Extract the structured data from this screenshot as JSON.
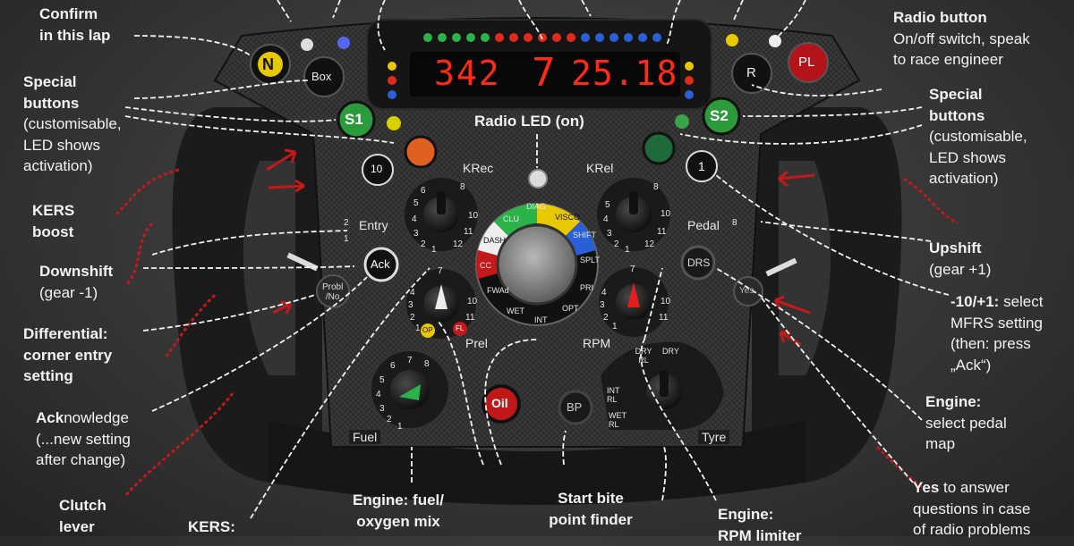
{
  "labels": {
    "confirm": {
      "line1": "Confirm",
      "line2": "in this lap"
    },
    "special_left": {
      "title1": "Special",
      "title2": "buttons",
      "desc1": "(customisable,",
      "desc2": "LED shows",
      "desc3": "activation)"
    },
    "kers_boost": {
      "line1": "KERS",
      "line2": "boost"
    },
    "downshift": {
      "title": "Downshift",
      "desc": "(gear -1)"
    },
    "differential": {
      "line1": "Differential:",
      "line2": "corner entry",
      "line3": "setting"
    },
    "acknowledge": {
      "em": "Ack",
      "rest": "nowledge",
      "desc1": "(...new setting",
      "desc2": "after change)"
    },
    "clutch": {
      "line1": "Clutch",
      "line2": "lever"
    },
    "kers_bottom": {
      "line1": "KERS:"
    },
    "engine_fuel": {
      "line1": "Engine: fuel/",
      "line2": "oxygen mix"
    },
    "start_bite": {
      "line1": "Start bite",
      "line2": "point finder"
    },
    "engine_rpm": {
      "line1": "Engine:",
      "line2": "RPM limiter"
    },
    "radio_led": {
      "text": "Radio LED (on)"
    },
    "radio_button": {
      "title": "Radio button",
      "desc1": "On/off switch, speak",
      "desc2": "to race engineer"
    },
    "special_right": {
      "title1": "Special",
      "title2": "buttons",
      "desc1": "(customisable,",
      "desc2": "LED shows",
      "desc3": "activation)"
    },
    "upshift": {
      "title": "Upshift",
      "desc": "(gear +1)"
    },
    "mfrs": {
      "em": "-10/+1:",
      "rest": " select",
      "desc1": "MFRS setting",
      "desc2": "(then: press",
      "desc3": "„Ack“)"
    },
    "engine_pedal": {
      "title": "Engine:",
      "desc1": "select pedal",
      "desc2": "map"
    },
    "yes": {
      "em": "Yes",
      "rest": " to answer",
      "desc1": "questions in case",
      "desc2": "of radio problems"
    }
  },
  "wheel": {
    "display": {
      "left": "342",
      "gear": "7",
      "right": "25.18"
    },
    "buttons": {
      "n": "N",
      "box": "Box",
      "s1": "S1",
      "s2": "S2",
      "r": "R",
      "pl": "PL",
      "minus10": "10",
      "plus1": "1",
      "ack": "Ack",
      "probl": "Probl",
      "no": "/No",
      "drs": "DRS",
      "oil": "Oil",
      "bp": "BP",
      "yes": "Yes"
    },
    "rotary_labels": {
      "krec": "KRec",
      "krel": "KRel",
      "entry": "Entry",
      "pedal": "Pedal",
      "prel": "Prel",
      "rpm": "RPM",
      "fuel": "Fuel",
      "tyre": "Tyre"
    },
    "mode_segments": [
      "DIAG",
      "VISCO",
      "SHIFT",
      "SPLT",
      "PRI",
      "OPT",
      "INT",
      "WET",
      "FWAd",
      "CC",
      "DASH",
      "CLU"
    ],
    "tyre_positions": [
      "DRY RL",
      "DRY",
      "INT RL",
      "WET RL"
    ],
    "knob_numbers": {
      "krec": [
        "8",
        "10",
        "11",
        "12",
        "4",
        "3",
        "2",
        "1",
        "5",
        "6"
      ],
      "krel": [
        "8",
        "10",
        "11",
        "12",
        "5",
        "4",
        "3",
        "2",
        "1"
      ],
      "prel": [
        "7",
        "10",
        "11",
        "4",
        "3",
        "2",
        "1",
        "OP",
        "FL"
      ],
      "rpm": [
        "7",
        "10",
        "11",
        "4",
        "3",
        "2",
        "1"
      ],
      "fuel": [
        "7",
        "8",
        "6",
        "5",
        "4",
        "3",
        "2",
        "1"
      ]
    },
    "entry_numbers": [
      "2",
      "1"
    ],
    "pedal_numbers": [
      "8"
    ]
  },
  "colors": {
    "accent_red_arrow": "#c21a1a",
    "display_red": "#ff2a1a",
    "s_button_green": "#2a9a3a",
    "n_button_yellow": "#e8c800",
    "pl_button_red": "#b3141a",
    "oil_button_red": "#c01818"
  }
}
